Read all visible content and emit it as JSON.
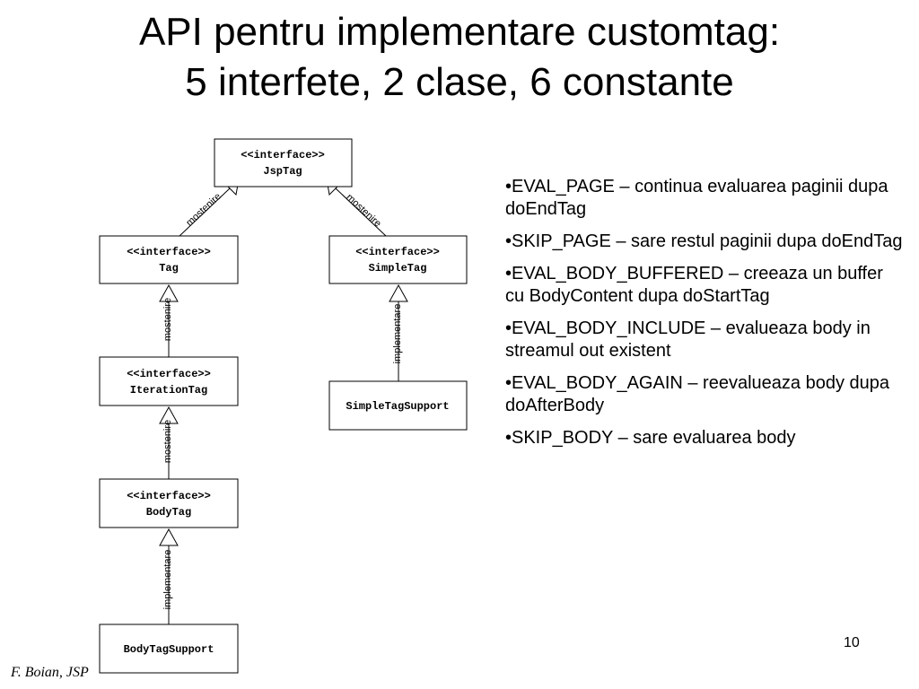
{
  "title": {
    "line1": "API pentru implementare customtag:",
    "line2": "5 interfete, 2 clase, 6 constante"
  },
  "diagram": {
    "boxes": [
      {
        "id": "jsptag",
        "stereotype": "<<interface>>",
        "name": "JspTag"
      },
      {
        "id": "tag",
        "stereotype": "<<interface>>",
        "name": "Tag"
      },
      {
        "id": "simpletag",
        "stereotype": "<<interface>>",
        "name": "SimpleTag"
      },
      {
        "id": "iterationtag",
        "stereotype": "<<interface>>",
        "name": "IterationTag"
      },
      {
        "id": "simpletagsupport",
        "stereotype": "",
        "name": "SimpleTagSupport"
      },
      {
        "id": "bodytag",
        "stereotype": "<<interface>>",
        "name": "BodyTag"
      },
      {
        "id": "bodytagsupport",
        "stereotype": "",
        "name": "BodyTagSupport"
      }
    ],
    "edges": [
      {
        "from": "tag",
        "to": "jsptag",
        "label": "mostenire"
      },
      {
        "from": "simpletag",
        "to": "jsptag",
        "label": "mostenire"
      },
      {
        "from": "iterationtag",
        "to": "tag",
        "label": "mostenire"
      },
      {
        "from": "simpletagsupport",
        "to": "simpletag",
        "label": "implementare"
      },
      {
        "from": "bodytag",
        "to": "iterationtag",
        "label": "mostenire"
      },
      {
        "from": "bodytagsupport",
        "to": "bodytag",
        "label": "implementare"
      }
    ]
  },
  "bullets": [
    "•EVAL_PAGE – continua evaluarea paginii dupa doEndTag",
    "•SKIP_PAGE – sare restul paginii dupa doEndTag",
    "•EVAL_BODY_BUFFERED – creeaza un buffer cu BodyContent dupa doStartTag",
    "•EVAL_BODY_INCLUDE – evalueaza body in streamul out existent",
    "•EVAL_BODY_AGAIN – reevalueaza body dupa doAfterBody",
    "•SKIP_BODY – sare evaluarea body"
  ],
  "page_number": "10",
  "footer": "F. Boian, JSP"
}
